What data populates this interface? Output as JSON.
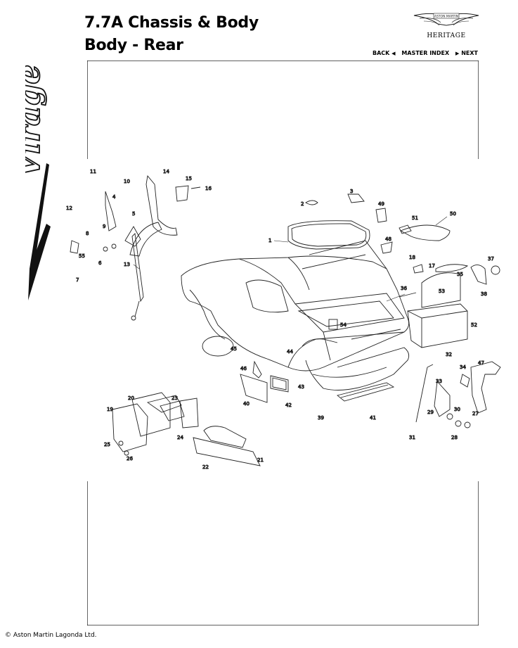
{
  "header": {
    "title_line1": "7.7A Chassis & Body",
    "title_line2": "Body - Rear",
    "brand_mark": "ASTON MARTIN",
    "brand_sub": "HERITAGE"
  },
  "nav": {
    "back": "BACK",
    "master_index": "MASTER INDEX",
    "next": "NEXT"
  },
  "logo": {
    "model": "Virage"
  },
  "diagram": {
    "part_numbers": [
      "1",
      "2",
      "3",
      "4",
      "5",
      "6",
      "7",
      "8",
      "9",
      "10",
      "11",
      "12",
      "13",
      "14",
      "15",
      "16",
      "17",
      "18",
      "19",
      "20",
      "21",
      "22",
      "23",
      "24",
      "25",
      "26",
      "27",
      "28",
      "29",
      "30",
      "31",
      "32",
      "33",
      "34",
      "35",
      "36",
      "37",
      "38",
      "39",
      "40",
      "41",
      "42",
      "43",
      "44",
      "45",
      "46",
      "47",
      "48",
      "49",
      "50",
      "51",
      "52",
      "53",
      "54",
      "55"
    ]
  },
  "footer": {
    "copyright": "© Aston Martin Lagonda Ltd."
  },
  "colors": {
    "ink": "#000000",
    "paper": "#ffffff"
  },
  "icons": {
    "back": "triangle-left-icon",
    "next": "triangle-right-icon"
  }
}
